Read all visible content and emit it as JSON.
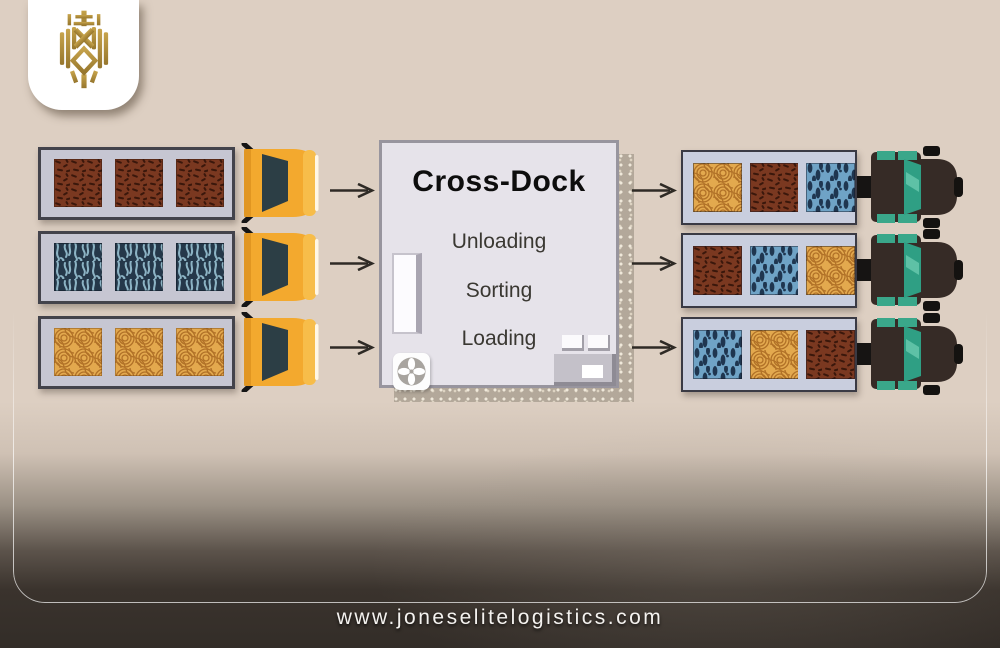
{
  "page": {
    "background_top": "#ddcfc2",
    "background_bottom": "#332d28",
    "footer_url": "www.joneselitelogistics.com"
  },
  "logo": {
    "label": "lion-crest-emblem",
    "gold": "#b2913c"
  },
  "crossdock": {
    "title": "Cross-Dock",
    "steps": [
      "Unloading",
      "Sorting",
      "Loading"
    ]
  },
  "flow": {
    "arrow_color": "#2e2a25",
    "inbound_arrow_count": 3,
    "outbound_arrow_count": 3
  },
  "cargo_colors": {
    "brown": "#79361c",
    "blue-dark": "#253848",
    "blue-light": "#6fa3c6",
    "tan": "#e2a84d"
  },
  "trucks": {
    "inbound_cab_color": "#f3a92e",
    "outbound_cab_color": "#362b26",
    "outbound_glass_color": "#3aa78a",
    "inbound": [
      {
        "cargo": [
          "brown",
          "brown",
          "brown"
        ]
      },
      {
        "cargo": [
          "blue-dark",
          "blue-dark",
          "blue-dark"
        ]
      },
      {
        "cargo": [
          "tan",
          "tan",
          "tan"
        ]
      }
    ],
    "outbound": [
      {
        "cargo": [
          "tan",
          "brown",
          "blue-light"
        ]
      },
      {
        "cargo": [
          "brown",
          "blue-light",
          "tan"
        ]
      },
      {
        "cargo": [
          "blue-light",
          "tan",
          "brown"
        ]
      }
    ]
  }
}
